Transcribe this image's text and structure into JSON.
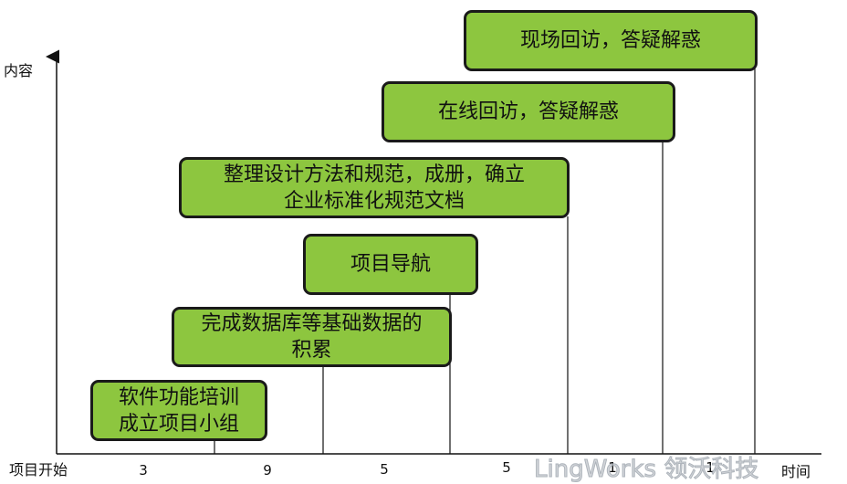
{
  "axes": {
    "y_label": "内容",
    "x_start_label": "项目开始",
    "x_end_label": "时间"
  },
  "ticks": [
    "3",
    "9",
    "5",
    "5",
    "1",
    "1"
  ],
  "steps": [
    {
      "lines": [
        "软件功能培训",
        "成立项目小组"
      ]
    },
    {
      "lines": [
        "完成数据库等基础数据的",
        "积累"
      ]
    },
    {
      "lines": [
        "项目导航"
      ]
    },
    {
      "lines": [
        "整理设计方法和规范，成册，确立",
        "企业标准化规范文档"
      ]
    },
    {
      "lines": [
        "在线回访，答疑解惑"
      ]
    },
    {
      "lines": [
        "现场回访，答疑解惑"
      ]
    }
  ],
  "watermark": "LingWorks 领沃科技",
  "colors": {
    "box_fill": "#8dc63f",
    "box_border": "#1a1a1a"
  }
}
